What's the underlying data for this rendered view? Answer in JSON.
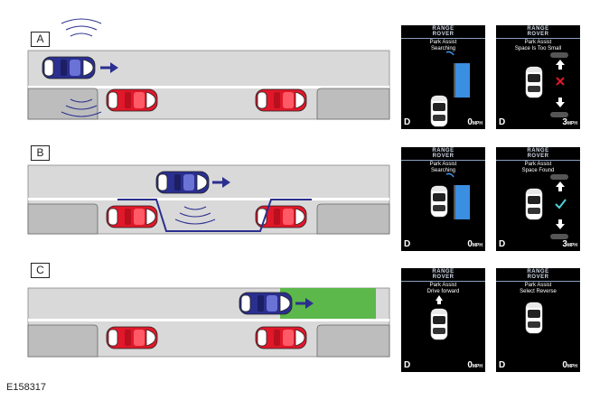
{
  "figure_ref": "E158317",
  "panels": [
    {
      "label": "A"
    },
    {
      "label": "B"
    },
    {
      "label": "C"
    }
  ],
  "brand_line1": "RANGE",
  "brand_line2": "ROVER",
  "screens": [
    {
      "msg1": "Park Assist",
      "msg2": "Searching",
      "gear": "D",
      "speed": "0",
      "unit": "MPH"
    },
    {
      "msg1": "Park Assist",
      "msg2": "Space Is Too Small",
      "gear": "D",
      "speed": "3",
      "unit": "MPH"
    },
    {
      "msg1": "Park Assist",
      "msg2": "Searching",
      "gear": "D",
      "speed": "0",
      "unit": "MPH"
    },
    {
      "msg1": "Park Assist",
      "msg2": "Space Found",
      "gear": "D",
      "speed": "3",
      "unit": "MPH"
    },
    {
      "msg1": "Park Assist",
      "msg2": "Drive forward",
      "gear": "D",
      "speed": "0",
      "unit": "MPH"
    },
    {
      "msg1": "Park Assist",
      "msg2": "Select Reverse",
      "gear": "D",
      "speed": "0",
      "unit": "MPH"
    }
  ],
  "colors": {
    "road": "#d9d9d9",
    "kerb": "#bdbdbd",
    "parked_car": "#e0182a",
    "own_car": "#2b2f8f",
    "arrow": "#2b2f8f",
    "target_zone": "#5cb84a",
    "screen_bar": "#3a8fe0"
  }
}
